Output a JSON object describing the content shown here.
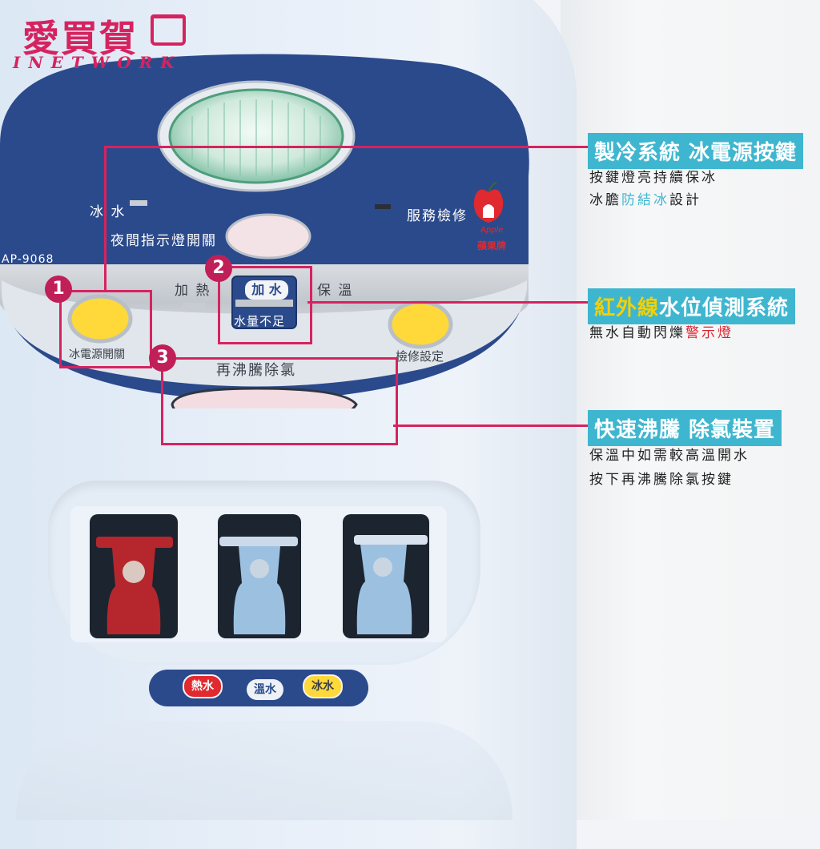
{
  "logo": {
    "brand": "愛買賀",
    "network": "INETWORK"
  },
  "panel": {
    "model": "AP-9068",
    "ice_water_label": "冰 水",
    "service_label": "服務檢修",
    "night_light_label": "夜間指示燈開關",
    "heating_label": "加 熱",
    "warm_keep_label": "保 溫",
    "add_water_label": "加 水",
    "low_water_label": "水量不足",
    "ice_power_label": "冰電源開關",
    "check_setting_label": "檢修設定",
    "reboil_label": "再沸騰除氯",
    "apple_brand_en": "Apple",
    "apple_brand_cn": "蘋果牌"
  },
  "callouts": [
    {
      "number": "1",
      "title": "製冷系統 冰電源按鍵",
      "line1": "按鍵燈亮持續保冰",
      "line2_pre": "冰膽",
      "line2_hl": "防結冰",
      "line2_post": "設計"
    },
    {
      "number": "2",
      "title_hl": "紅外線",
      "title_rest": "水位偵測系統",
      "line1_pre": "無水自動閃爍",
      "line1_hl": "警示燈"
    },
    {
      "number": "3",
      "title": "快速沸騰 除氯裝置",
      "line1": "保溫中如需較高溫開水",
      "line2": "按下再沸騰除氯按鍵"
    }
  ],
  "taps": {
    "hot_label": "熱水",
    "warm_label": "溫水",
    "ice_label": "冰水"
  },
  "colors": {
    "accent": "#d6235f",
    "title_bg": "#3fb6cf",
    "highlight_blue": "#3fb6cf",
    "highlight_yellow": "#f5d000",
    "highlight_red": "#e0202a",
    "panel_navy": "#2b4a8c",
    "hot_tap": "#b5272c",
    "cold_tap": "#9cc0e0"
  }
}
